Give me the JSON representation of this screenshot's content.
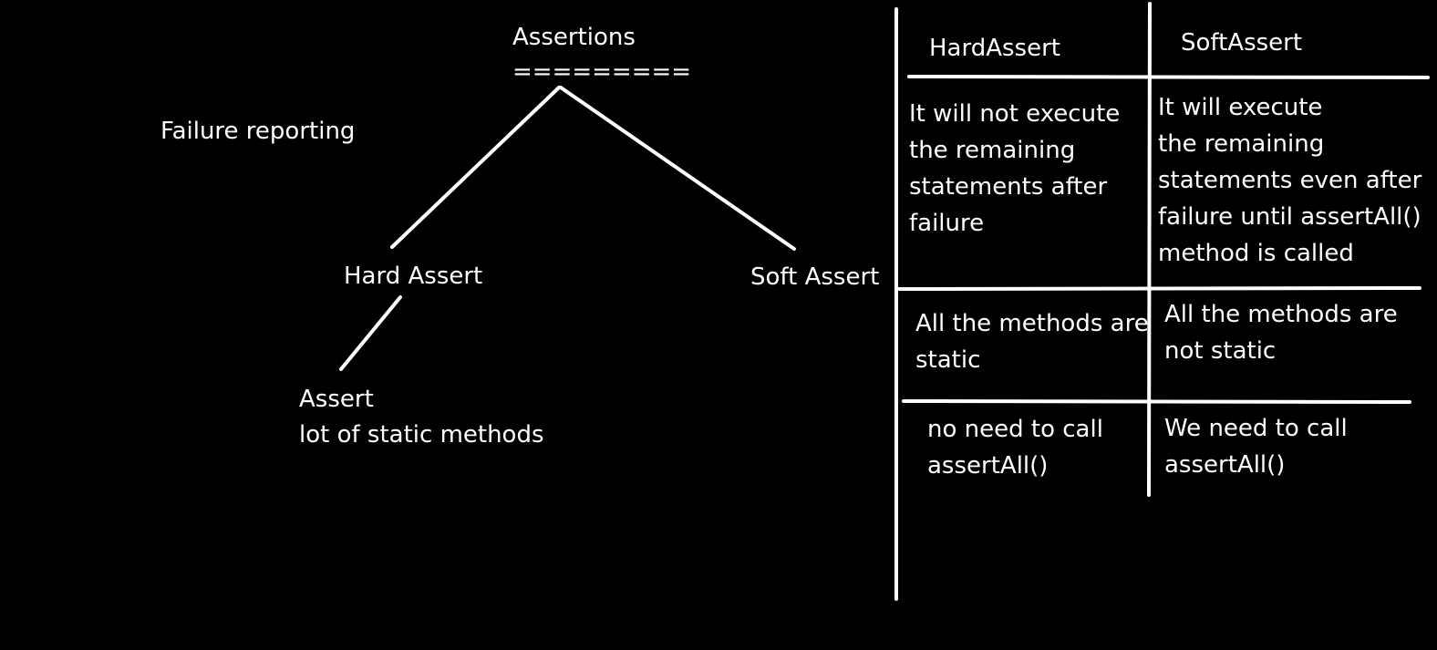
{
  "tree": {
    "root": "Assertions",
    "root_underline": "=========",
    "note": "Failure reporting",
    "left_child": "Hard Assert",
    "right_child": "Soft Assert",
    "grandchild_line1": "Assert",
    "grandchild_line2": "lot of static methods"
  },
  "table": {
    "headers": [
      "HardAssert",
      "SoftAssert"
    ],
    "rows": [
      {
        "hard": [
          "It will not execute",
          "the remaining",
          "statements after",
          "failure"
        ],
        "soft": [
          "It will execute",
          "the remaining",
          "statements even after",
          "failure until assertAll()",
          "method is called"
        ]
      },
      {
        "hard": [
          "All the methods are",
          "static"
        ],
        "soft": [
          "All the methods are",
          "not static"
        ]
      },
      {
        "hard": [
          "no need to call",
          "assertAll()"
        ],
        "soft": [
          "We need to call",
          "assertAll()"
        ]
      }
    ]
  },
  "colors": {
    "background": "#000000",
    "ink": "#ffffff"
  }
}
